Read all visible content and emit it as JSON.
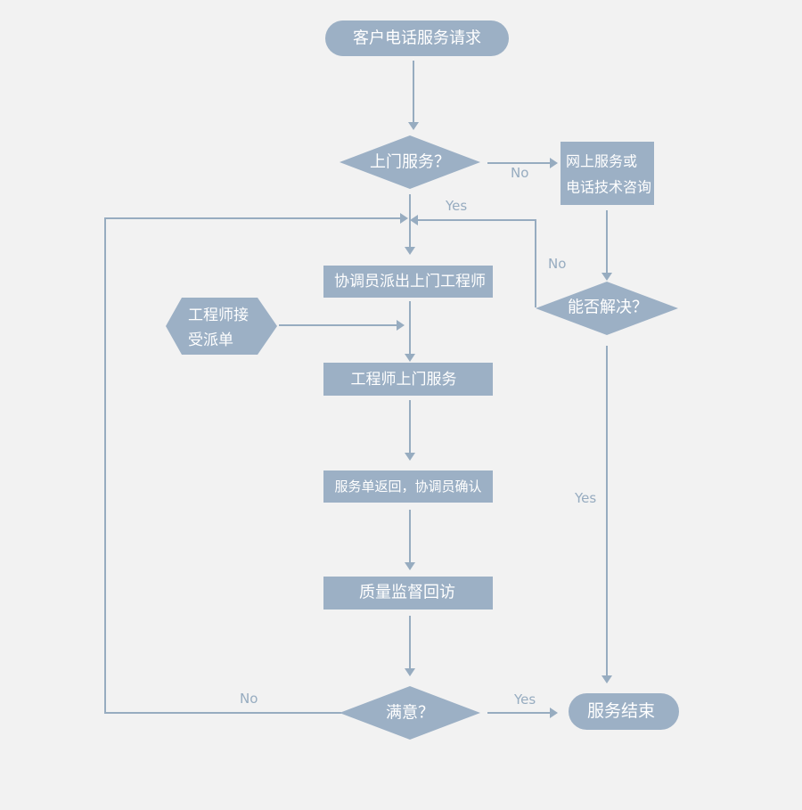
{
  "colors": {
    "background": "#f2f2f2",
    "node_fill": "#9cb0c5",
    "edge": "#97acc0",
    "text": "#ffffff"
  },
  "nodes": {
    "start": "客户电话服务请求",
    "onsite_question": "上门服务？",
    "online_service_line1": "网上服务或",
    "online_service_line2": "电话技术咨询",
    "coordinator_dispatch": "协调员派出上门工程师",
    "engineer_accept_line1": "工程师接",
    "engineer_accept_line2": "受派单",
    "engineer_onsite": "工程师上门服务",
    "order_return": "服务单返回，协调员确认",
    "quality_followup": "质量监督回访",
    "resolve_question": "能否解决？",
    "satisfied_question": "满意？",
    "end": "服务结束"
  },
  "edge_labels": {
    "onsite_no": "No",
    "onsite_yes": "Yes",
    "resolve_no": "No",
    "resolve_yes": "Yes",
    "satisfied_no": "No",
    "satisfied_yes": "Yes"
  }
}
